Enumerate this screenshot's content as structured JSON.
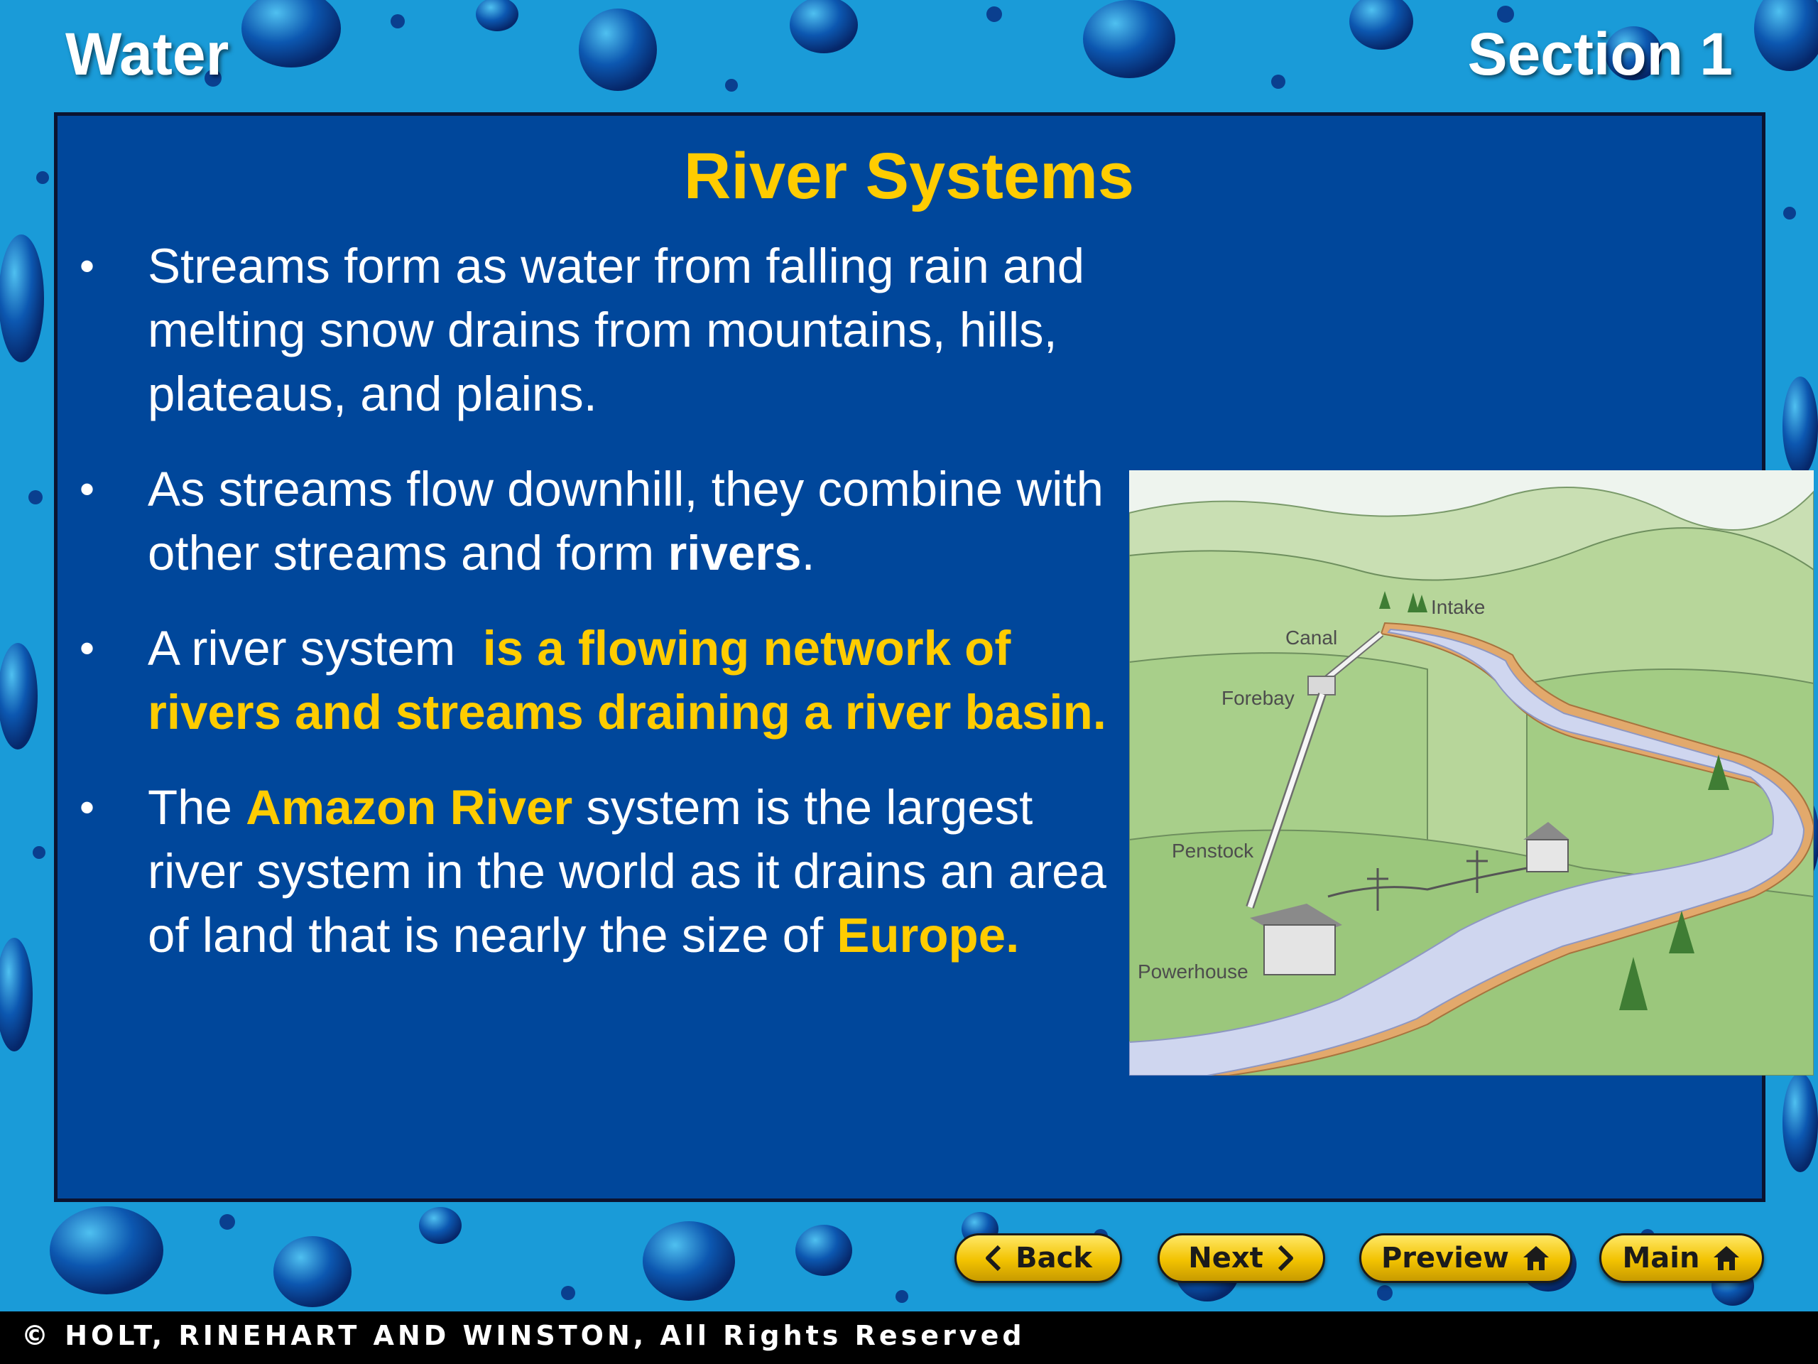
{
  "header": {
    "topic": "Water",
    "section": "Section 1"
  },
  "slide": {
    "title": "River Systems",
    "bullets": [
      {
        "text": "Streams form as water from falling rain and melting snow drains from mountains, hills, plateaus, and plains."
      },
      {
        "pre": "As streams flow downhill, they combine with other streams and form ",
        "bold": "rivers",
        "post": "."
      },
      {
        "pre": "A river system  ",
        "highlight": "is a flowing network of rivers and streams draining a river basin."
      },
      {
        "pre": "The ",
        "highlight1": "Amazon River",
        "mid": " system is the largest river system in the world as it drains an area of land that is nearly the size of ",
        "highlight2": "Europe."
      }
    ]
  },
  "diagram": {
    "labels": {
      "intake": "Intake",
      "canal": "Canal",
      "forebay": "Forebay",
      "penstock": "Penstock",
      "powerhouse": "Powerhouse"
    }
  },
  "nav": {
    "back": "Back",
    "next": "Next",
    "preview": "Preview",
    "main": "Main"
  },
  "footer": {
    "copyright": "© HOLT, RINEHART AND WINSTON, All Rights Reserved"
  },
  "colors": {
    "panel": "#00479b",
    "accent": "#ffcc00",
    "background": "#1a9bd8",
    "button": "#f2c200"
  },
  "icons": {
    "back": "chevron-left-icon",
    "next": "chevron-right-icon",
    "preview": "home-icon",
    "main": "home-icon"
  }
}
